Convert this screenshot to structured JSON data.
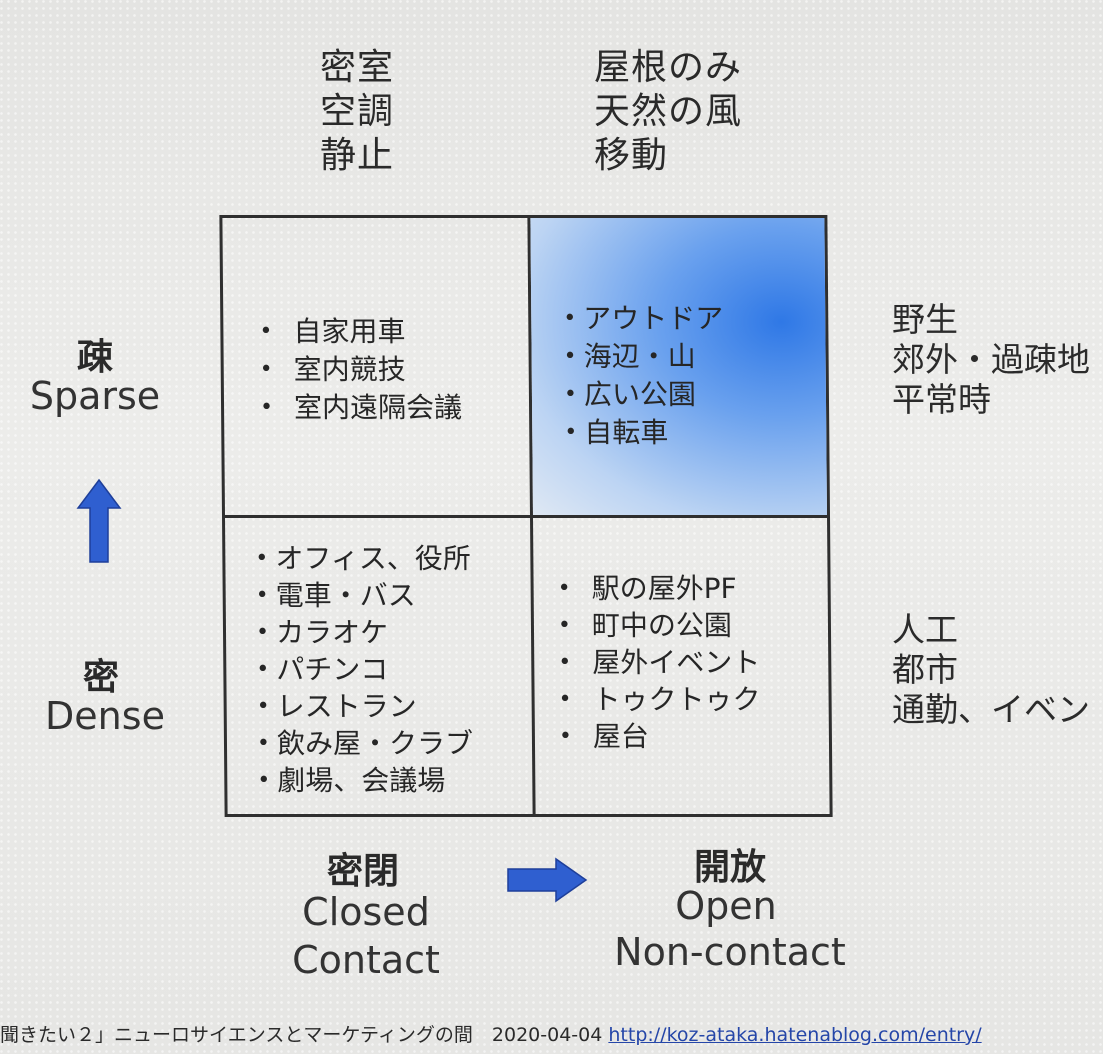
{
  "columns": {
    "closed": [
      "密室",
      "空調",
      "静止"
    ],
    "open": [
      "屋根のみ",
      "天然の風",
      "移動"
    ]
  },
  "quadrants": {
    "sparse_closed": [
      "自家用車",
      "室内競技",
      "室内遠隔会議"
    ],
    "sparse_open": [
      "アウトドア",
      "海辺・山",
      "広い公園",
      "自転車"
    ],
    "dense_closed": [
      "オフィス、役所",
      "電車・バス",
      "カラオケ",
      "パチンコ",
      "レストラン",
      "飲み屋・クラブ",
      "劇場、会議場"
    ],
    "dense_open": [
      "駅の屋外PF",
      "町中の公園",
      "屋外イベント",
      "トゥクトゥク",
      "屋台"
    ]
  },
  "y_axis": {
    "top_jp": "疎",
    "top_en": "Sparse",
    "bottom_jp": "密",
    "bottom_en": "Dense"
  },
  "x_axis": {
    "left_jp": "密閉",
    "left_en_1": "Closed",
    "left_en_2": "Contact",
    "right_jp": "開放",
    "right_en_1": "Open",
    "right_en_2": "Non-contact"
  },
  "right_labels": {
    "top": [
      "野生",
      "郊外・過疎地",
      "平常時"
    ],
    "bottom": [
      "人工",
      "都市",
      "通勤、イベン"
    ]
  },
  "caption": {
    "text": "聞きたい２」ニューロサイエンスとマーケティングの間　2020-04-04 ",
    "link": "http://koz-ataka.hatenablog.com/entry/"
  },
  "colors": {
    "accent_blue": "#2f78e6",
    "arrow_blue": "#2f5fd0"
  },
  "icons": [
    "arrow-up-icon",
    "arrow-right-icon"
  ]
}
